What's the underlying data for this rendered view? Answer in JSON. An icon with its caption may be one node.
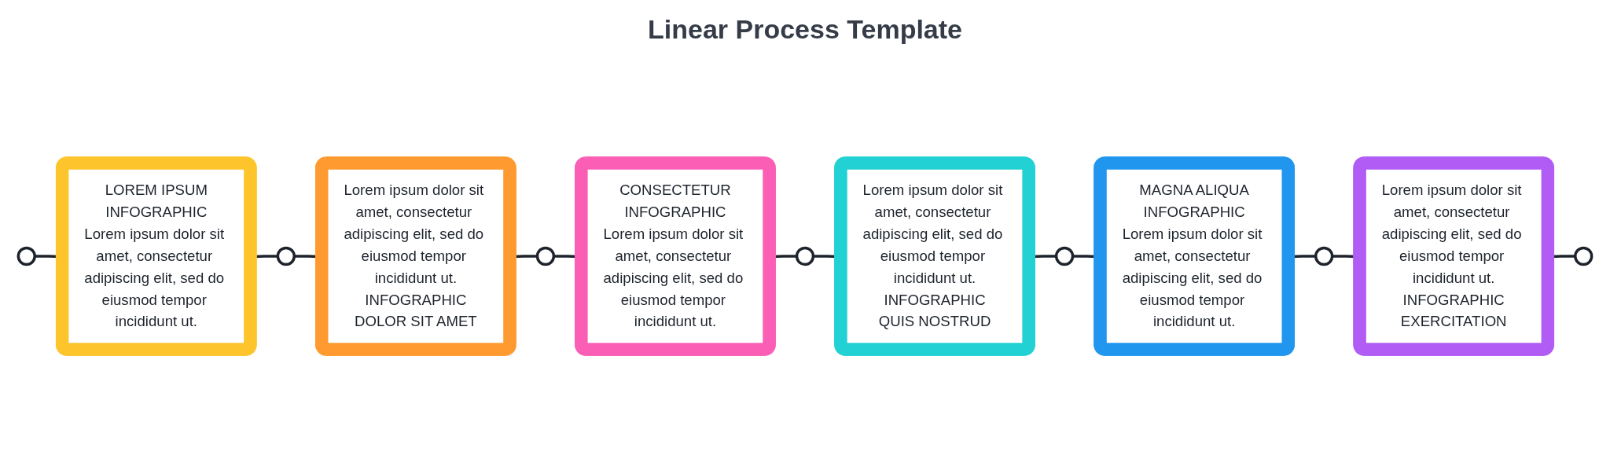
{
  "diagram": {
    "title": "Linear Process Template",
    "nodes": [
      {
        "text": [],
        "shape": "circle"
      },
      {
        "text": [
          "LOREM IPSUM",
          "INFOGRAPHIC",
          "Lorem ipsum dolor sit amet, consectetur adipiscing elit, sed do eiusmod tempor incididunt ut."
        ]
      },
      {
        "text": [],
        "shape": "circle"
      },
      {
        "text": [
          "Lorem ipsum dolor sit amet, consectetur adipiscing elit, sed do eiusmod tempor incididunt ut.",
          "INFOGRAPHIC",
          "DOLOR SIT AMET"
        ]
      },
      {
        "text": [],
        "shape": "circle"
      },
      {
        "text": [
          "CONSECTETUR",
          "INFOGRAPHIC",
          "Lorem ipsum dolor sit amet, consectetur adipiscing elit, sed do eiusmod tempor incididunt ut."
        ]
      },
      {
        "text": [],
        "shape": "circle"
      },
      {
        "text": [
          "Lorem ipsum dolor sit amet, consectetur adipiscing elit, sed do eiusmod tempor incididunt ut.",
          "INFOGRAPHIC",
          "QUIS NOSTRUD"
        ]
      },
      {
        "text": [],
        "shape": "circle"
      },
      {
        "text": [
          "MAGNA ALIQUA",
          "INFOGRAPHIC",
          "Lorem ipsum dolor sit amet, consectetur adipiscing elit, sed do eiusmod tempor incididunt ut."
        ]
      },
      {
        "text": [],
        "shape": "circle"
      },
      {
        "text": [
          "Lorem ipsum dolor sit amet, consectetur adipiscing elit, sed do eiusmod tempor incididunt ut.",
          "INFOGRAPHIC",
          "EXERCITATION"
        ]
      },
      {
        "text": [],
        "shape": "circle"
      }
    ],
    "edges": [
      {
        "from": 0,
        "to": 1,
        "arrow": "none"
      },
      {
        "from": 1,
        "to": 2,
        "arrow": "none"
      },
      {
        "from": 2,
        "to": 3,
        "arrow": "none"
      },
      {
        "from": 3,
        "to": 4,
        "arrow": "none"
      },
      {
        "from": 4,
        "to": 5,
        "arrow": "none"
      },
      {
        "from": 5,
        "to": 6,
        "arrow": "none"
      },
      {
        "from": 6,
        "to": 7,
        "arrow": "none"
      },
      {
        "from": 7,
        "to": 8,
        "arrow": "none"
      },
      {
        "from": 8,
        "to": 9,
        "arrow": "none"
      },
      {
        "from": 9,
        "to": 10,
        "arrow": "none"
      },
      {
        "from": 10,
        "to": 11,
        "arrow": "none"
      },
      {
        "from": 11,
        "to": 12,
        "arrow": "none"
      }
    ]
  }
}
